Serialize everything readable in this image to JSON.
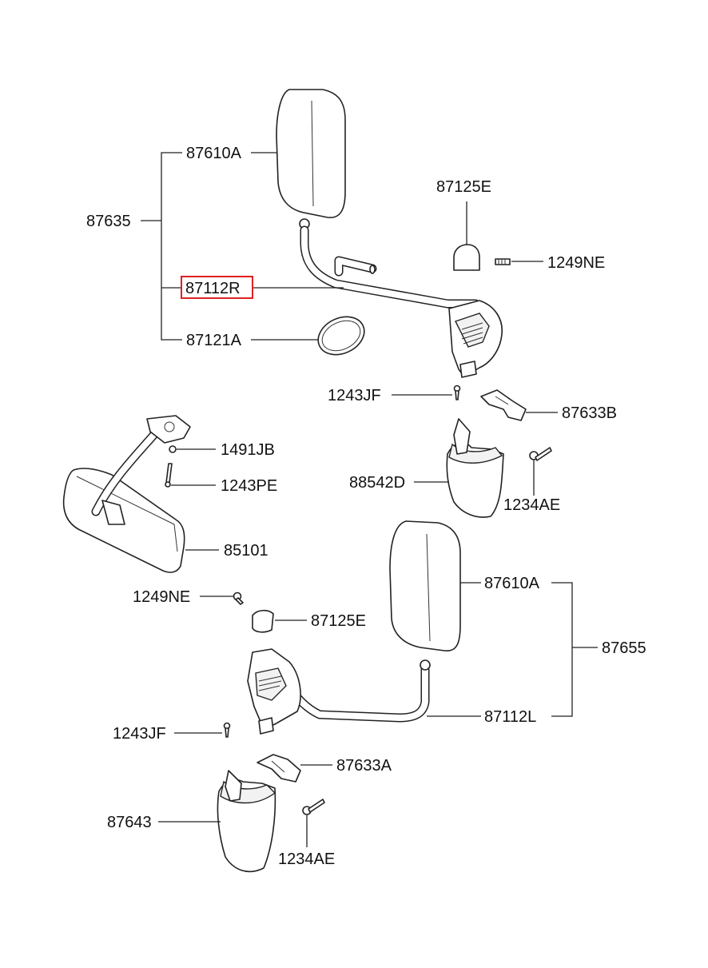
{
  "labels": {
    "group_right": "87635",
    "mirror_head_upper": "87610A",
    "arm_right": "87112R",
    "mirror_glass": "87121A",
    "cap_upper": "87125E",
    "screw_upper": "1249NE",
    "bolt_upper": "1243JF",
    "bracket_upper": "87633B",
    "cover_upper": "88542D",
    "screw_cover_upper": "1234AE",
    "nut_inside": "1491JB",
    "bolt_inside": "1243PE",
    "inside_mirror": "85101",
    "screw_lower": "1249NE",
    "cap_lower": "87125E",
    "mirror_head_lower": "87610A",
    "group_left": "87655",
    "arm_left": "87112L",
    "bolt_lower": "1243JF",
    "bracket_lower": "87633A",
    "cover_lower": "87643",
    "screw_cover_lower": "1234AE"
  },
  "highlight": "87112R",
  "colors": {
    "highlight": "#e02020",
    "line": "#222222"
  }
}
